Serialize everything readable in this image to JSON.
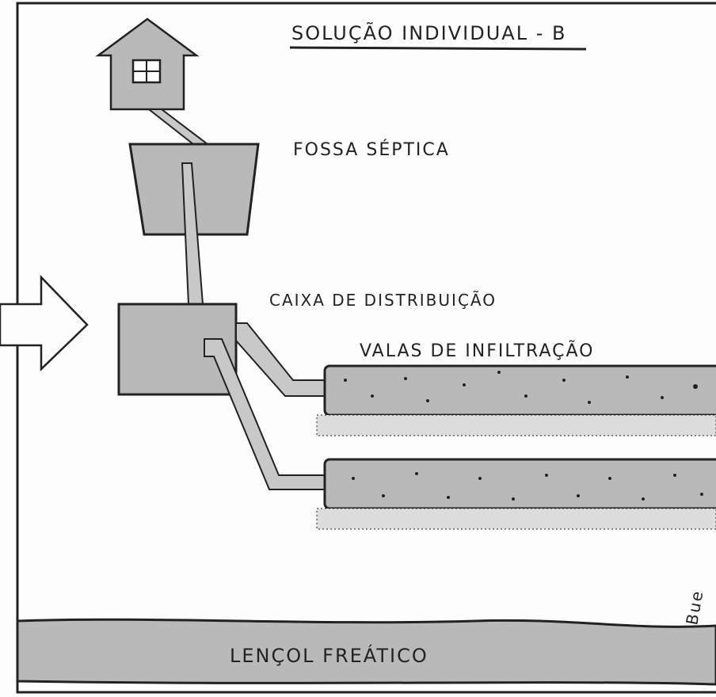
{
  "title": "SOLUÇÃO INDIVIDUAL - B",
  "labels": {
    "septic_tank": "FOSSA SÉPTICA",
    "distribution_box": "CAIXA DE DISTRIBUIÇÃO",
    "infiltration_trenches": "VALAS DE INFILTRAÇÃO",
    "water_table": "LENÇOL FREÁTICO"
  },
  "signature": "Bue",
  "colors": {
    "fill_gray": "#b9b9b9",
    "pipe_gray": "#c8c8c8",
    "outline": "#222222",
    "paper": "#fdfdfd"
  }
}
